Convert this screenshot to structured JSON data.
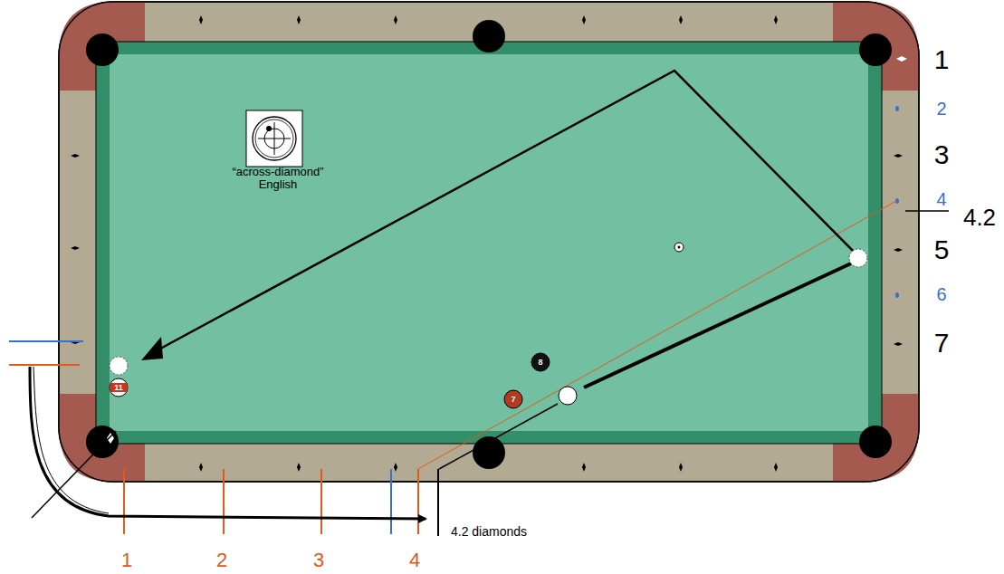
{
  "diagram": {
    "nodes": [
      {
        "text": [
          "11"
        ]
      },
      {
        "text": [
          "8"
        ]
      },
      {
        "text": [
          "7"
        ]
      }
    ],
    "labels": [
      "“across-diamond” English",
      "1",
      "2",
      "3",
      "4",
      "4.2",
      "5",
      "6",
      "7",
      "4.2 diamonds",
      "1",
      "2",
      "3",
      "4"
    ]
  }
}
